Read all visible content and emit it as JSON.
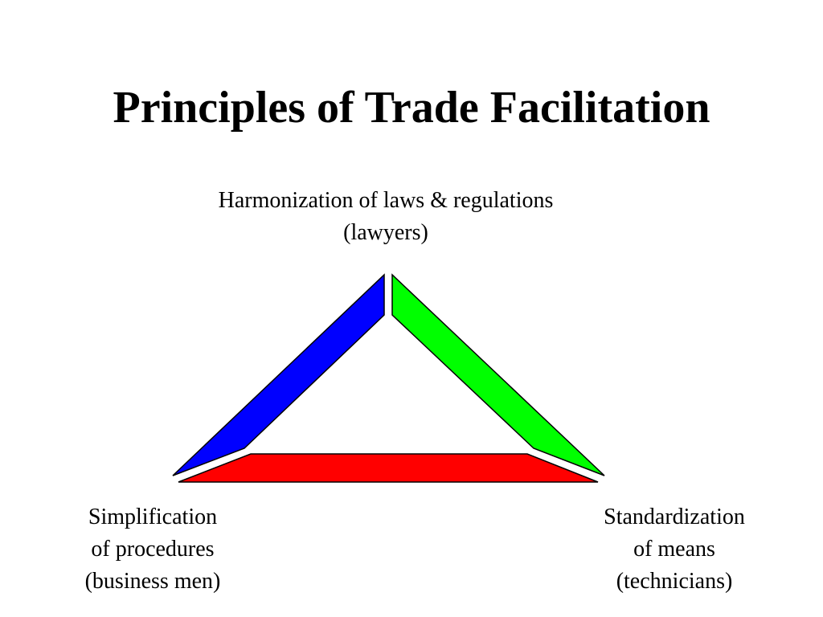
{
  "slide": {
    "title": "Principles of Trade Facilitation"
  },
  "diagram": {
    "top_label": {
      "line1": "Harmonization of laws & regulations",
      "line2": "(lawyers)"
    },
    "left_label": {
      "line1": "Simplification",
      "line2": "of procedures",
      "line3": "(business men)"
    },
    "right_label": {
      "line1": "Standardization",
      "line2": "of means",
      "line3": "(technicians)"
    },
    "colors": {
      "left_side": "#0000ff",
      "right_side": "#00ff00",
      "base_side": "#ff0000",
      "outline": "#000000"
    }
  }
}
